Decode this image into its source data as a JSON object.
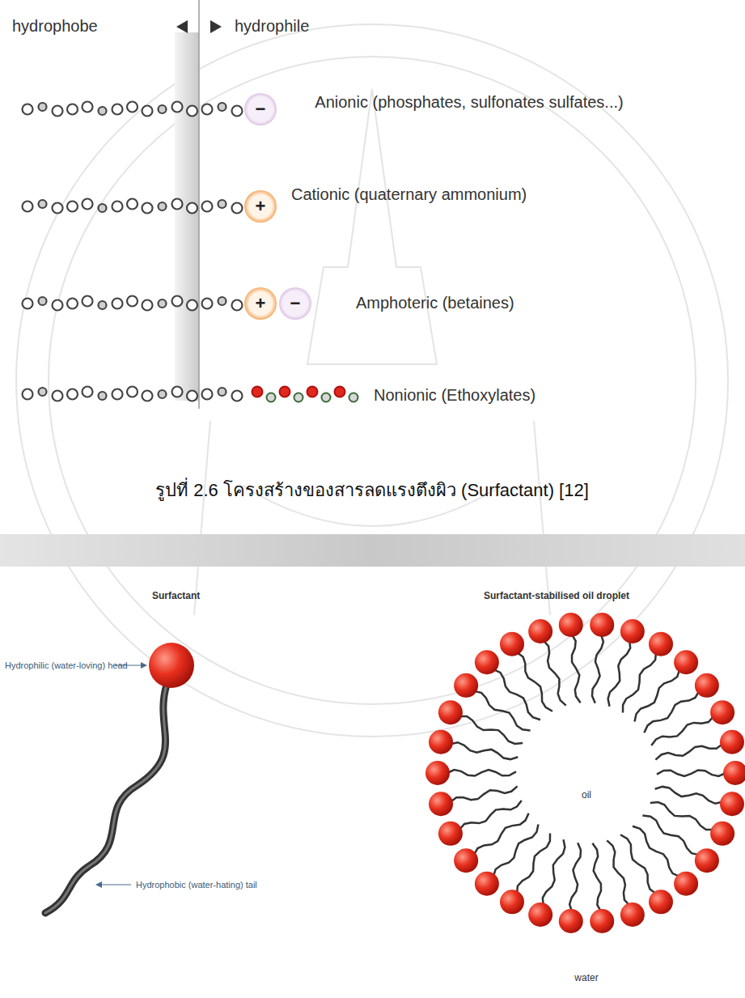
{
  "diagram": {
    "caption": "รูปที่ 2.6 โครงสร้างของสารลดแรงตึงผิว (Surfactant) [12]",
    "nodes": [
      {
        "text": [
          "−"
        ]
      },
      {
        "text": [
          "+"
        ]
      },
      {
        "text": [
          "+"
        ]
      },
      {
        "text": [
          "−"
        ]
      }
    ],
    "labels": [
      "hydrophobe",
      "hydrophile",
      "Anionic (phosphates, sulfonates sulfates...)",
      "Cationic (quaternary ammonium)",
      "Amphoteric (betaines)",
      "Nonionic (Ethoxylates)",
      "Surfactant",
      "Surfactant-stabilised oil droplet",
      "Hydrophilic (water-loving) head",
      "Hydrophobic (water-hating) tail",
      "oil",
      "water"
    ]
  }
}
